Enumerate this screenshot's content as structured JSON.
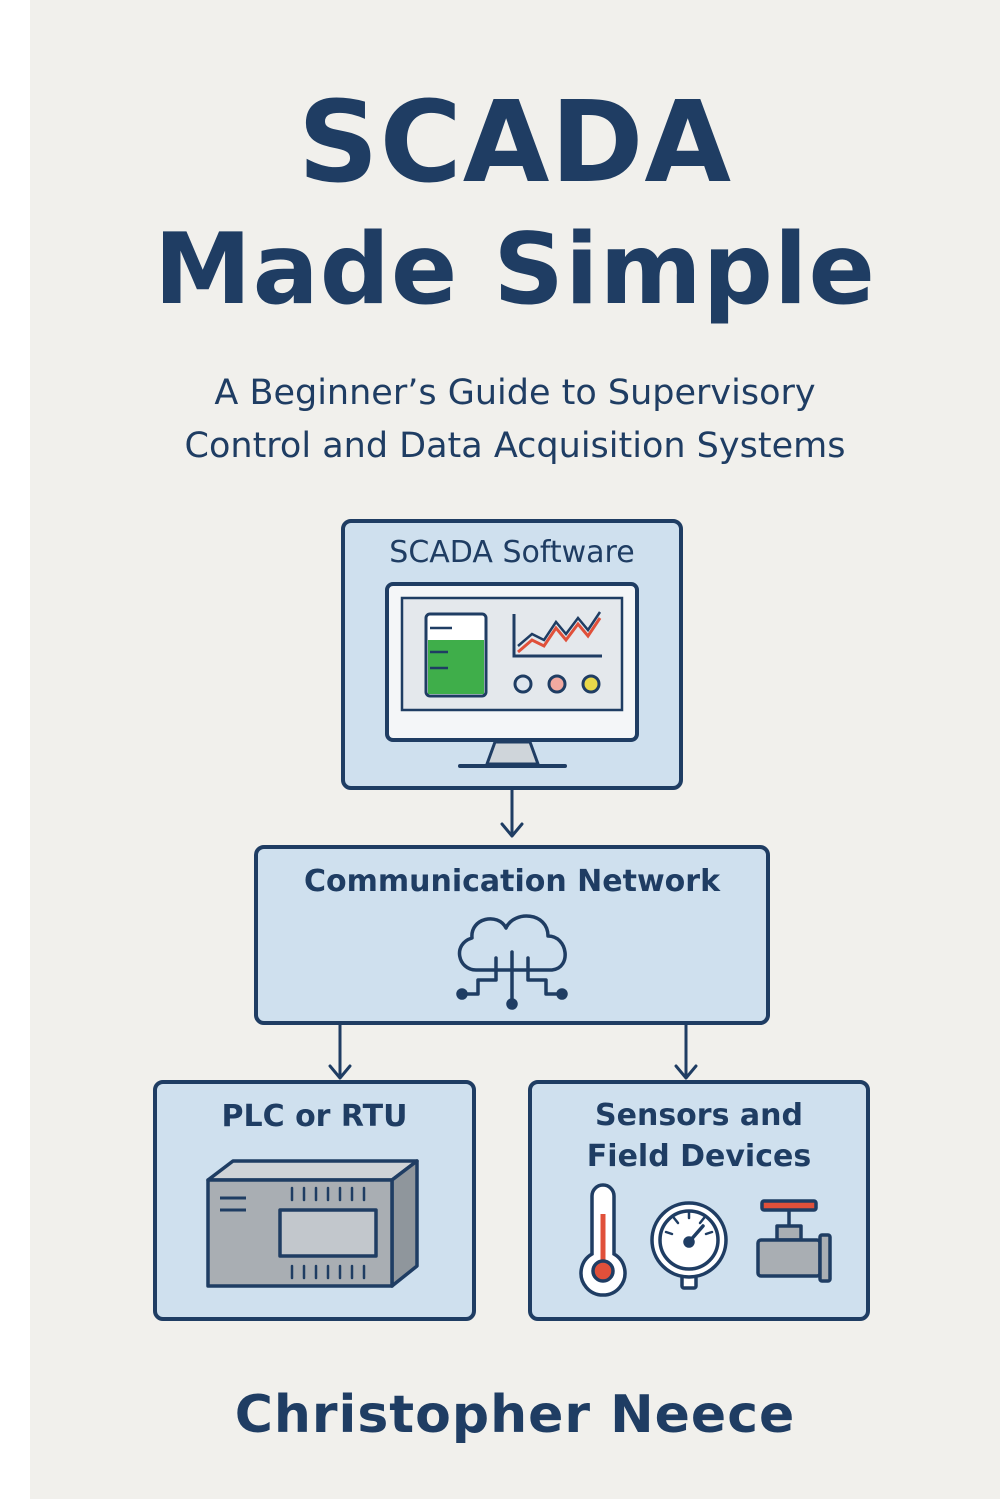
{
  "cover": {
    "title_line1": "SCADA",
    "title_line2": "Made Simple",
    "subtitle_line1": "A Beginner’s Guide to Supervisory",
    "subtitle_line2": "Control and Data Acquisition Systems",
    "author": "Christopher Neece"
  },
  "diagram": {
    "software_label": "SCADA Software",
    "network_label": "Communication Network",
    "plc_label": "PLC or RTU",
    "sensors_label_line1": "Sensors and",
    "sensors_label_line2": "Field Devices"
  },
  "icons": [
    "monitor-icon",
    "cloud-network-icon",
    "plc-icon",
    "thermometer-icon",
    "pressure-gauge-icon",
    "valve-icon"
  ],
  "colors": {
    "background": "#f1f0ec",
    "navy": "#1f3d63",
    "box_fill": "#cfe0ee",
    "screen_green": "#3fae4a",
    "chart_red": "#e0503a",
    "indicator_yellow": "#e8d84a",
    "indicator_pink": "#f2a9a0",
    "device_gray": "#a9aeb3"
  }
}
